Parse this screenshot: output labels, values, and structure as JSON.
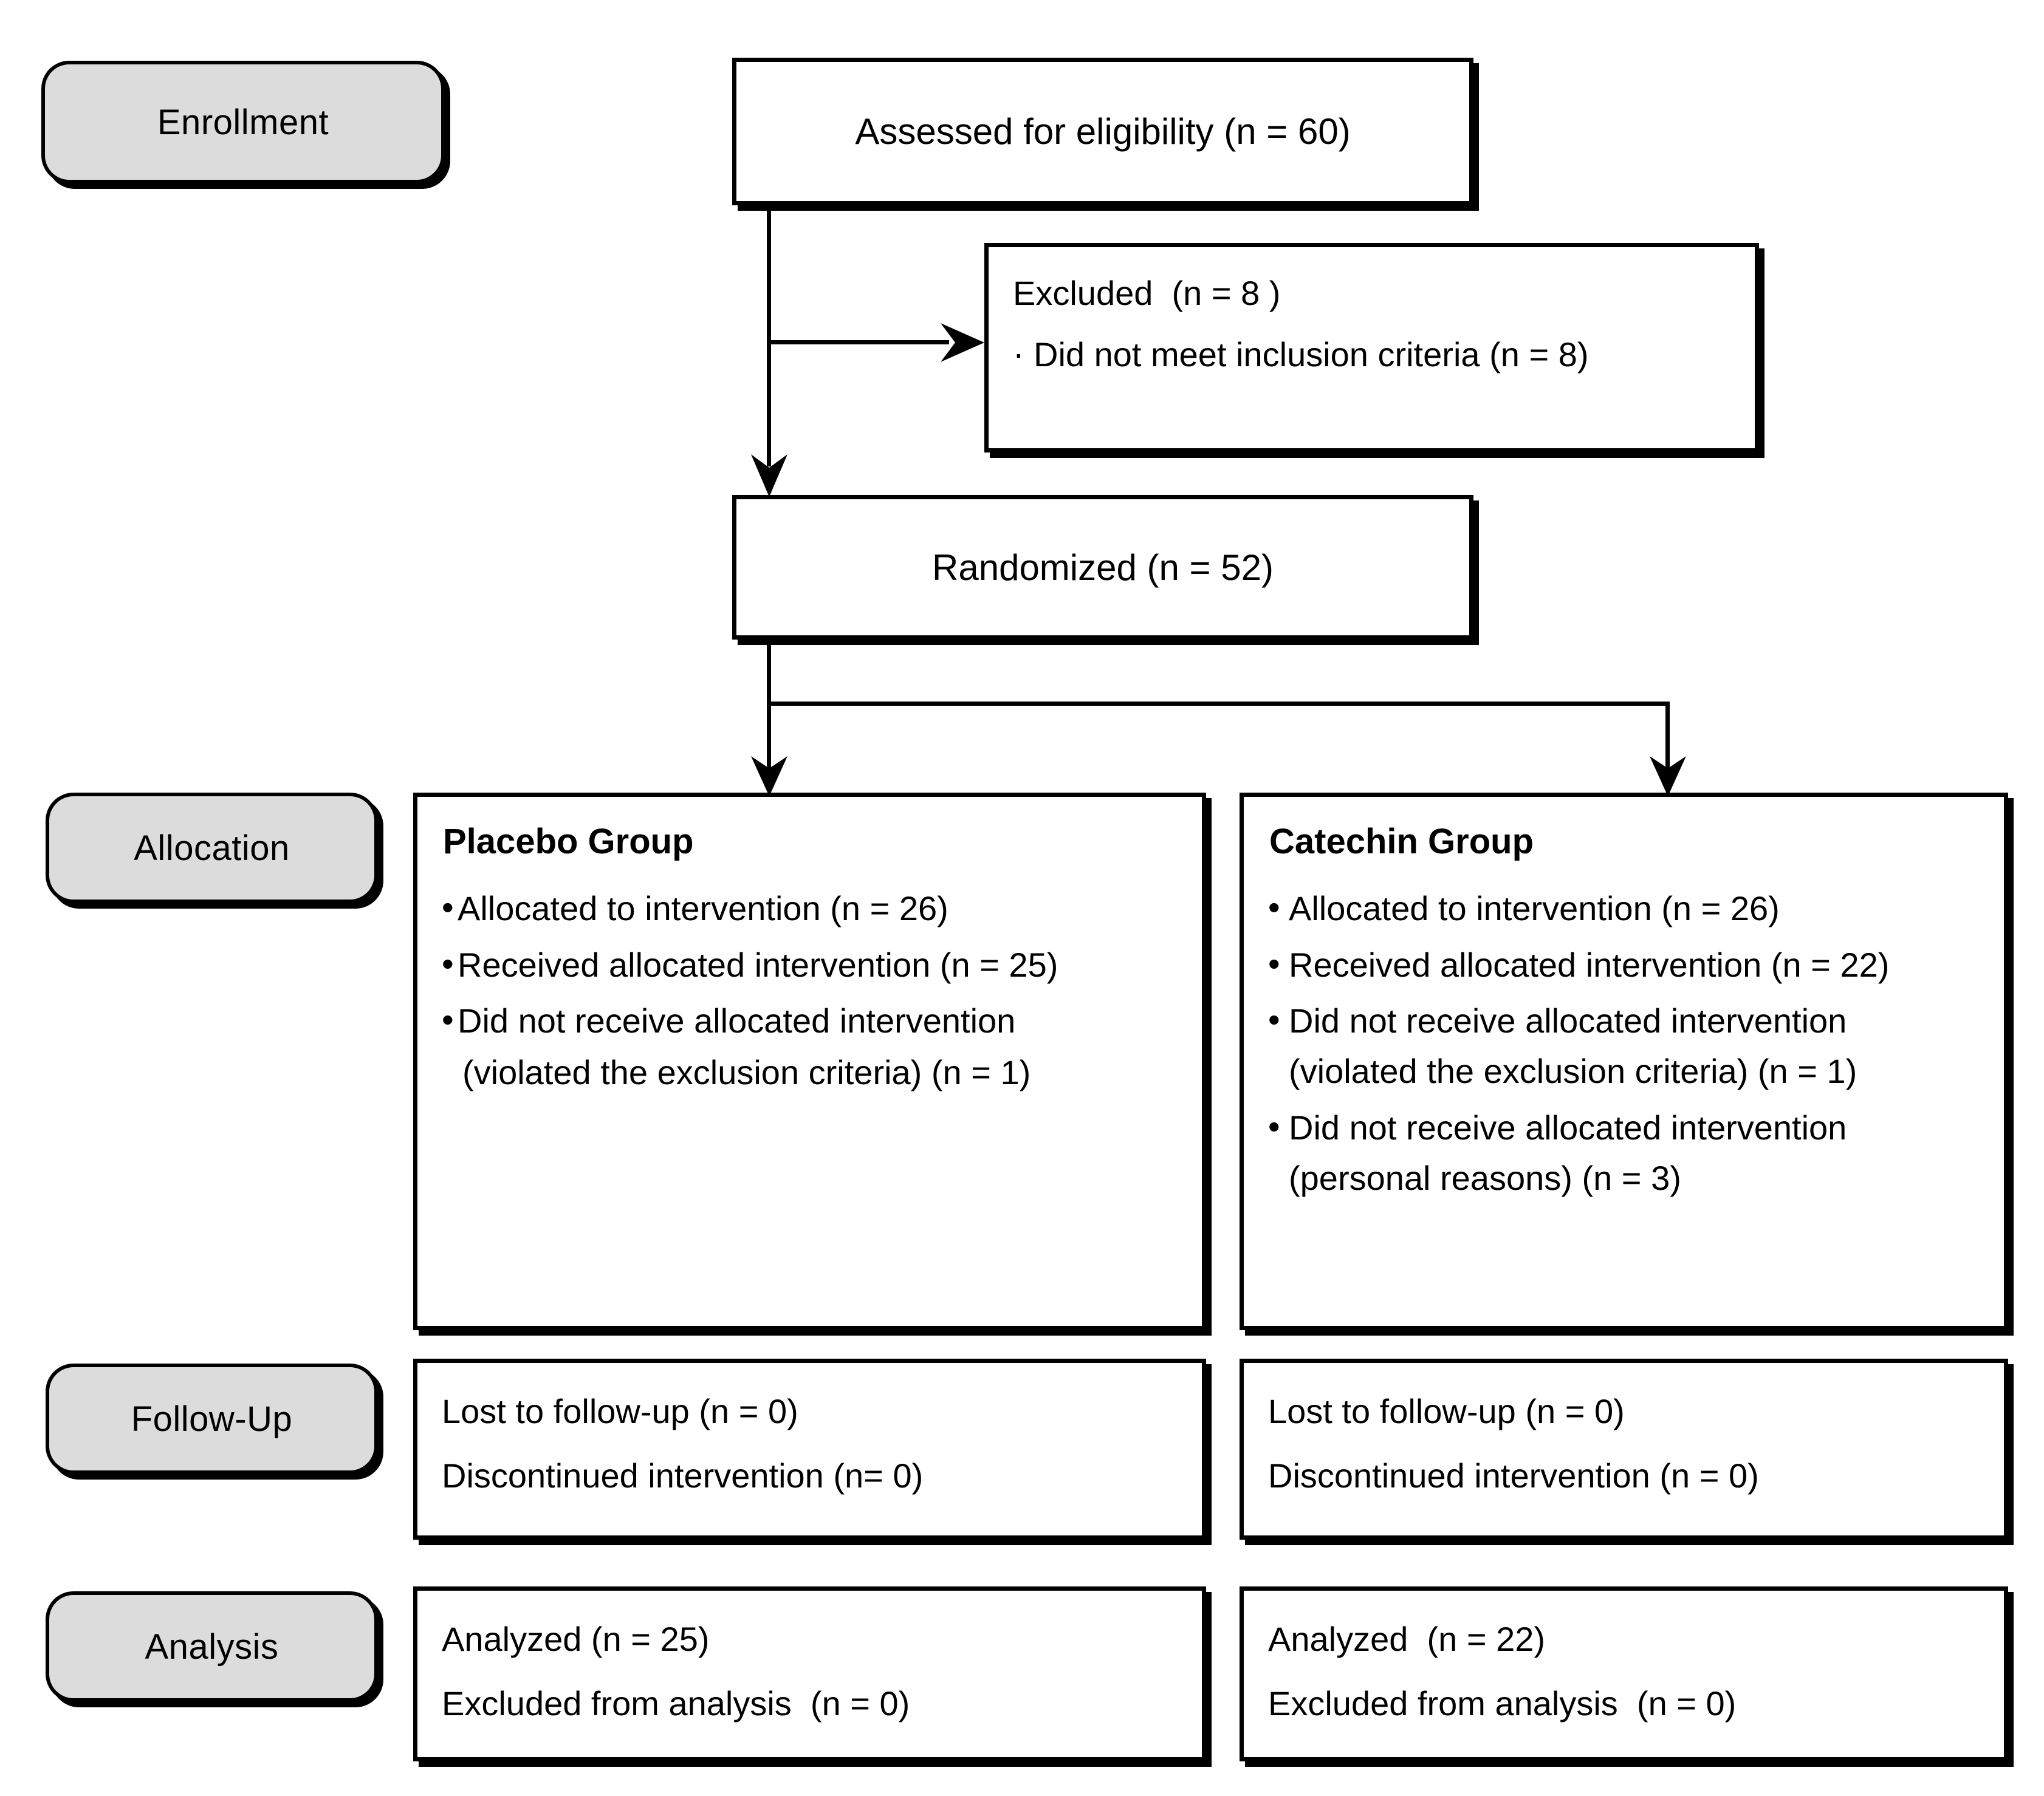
{
  "diagram": {
    "type": "consort-flow-diagram",
    "title": "CONSORT participant flow diagram",
    "colors": {
      "phase_pill_fill": "#dcdcdc",
      "box_fill": "#ffffff",
      "stroke": "#000000"
    }
  },
  "phases": [
    {
      "id": "enrollment",
      "label": "Enrollment"
    },
    {
      "id": "allocation",
      "label": "Allocation"
    },
    {
      "id": "followup",
      "label": "Follow-Up"
    },
    {
      "id": "analysis",
      "label": "Analysis"
    }
  ],
  "enrollment": {
    "assessed": "Assessed for eligibility (n = 60)",
    "excluded": {
      "heading": "Excluded  (n = 8 )",
      "bullet_symbol": "·",
      "reasons": [
        "Did not meet inclusion criteria (n = 8)"
      ]
    },
    "randomized": "Randomized (n = 52)"
  },
  "allocation": {
    "placebo": {
      "title": "Placebo Group",
      "bullet_symbol": "•",
      "items": [
        {
          "text": "Allocated to intervention (n = 26)"
        },
        {
          "text": "Received allocated intervention (n = 25)"
        },
        {
          "text": "Did not receive allocated intervention",
          "continuation": "(violated the exclusion criteria) (n = 1)"
        }
      ]
    },
    "catechin": {
      "title": "Catechin Group",
      "bullet_symbol": "•",
      "items": [
        {
          "text": "Allocated to intervention (n = 26)"
        },
        {
          "text": "Received allocated intervention (n = 22)"
        },
        {
          "text": "Did not receive allocated intervention",
          "continuation": "(violated the exclusion criteria) (n = 1)"
        },
        {
          "text": "Did not receive allocated intervention",
          "continuation": "(personal reasons) (n = 3)"
        }
      ]
    }
  },
  "followup": {
    "placebo": {
      "lost": "Lost to follow-up (n = 0)",
      "discontinued": "Discontinued intervention (n= 0)"
    },
    "catechin": {
      "lost": "Lost to follow-up (n = 0)",
      "discontinued": "Discontinued intervention (n = 0)"
    }
  },
  "analysis": {
    "placebo": {
      "analyzed": "Analyzed (n = 25)",
      "excluded": "Excluded from analysis  (n = 0)"
    },
    "catechin": {
      "analyzed": "Analyzed  (n = 22)",
      "excluded": "Excluded from analysis  (n = 0)"
    }
  }
}
